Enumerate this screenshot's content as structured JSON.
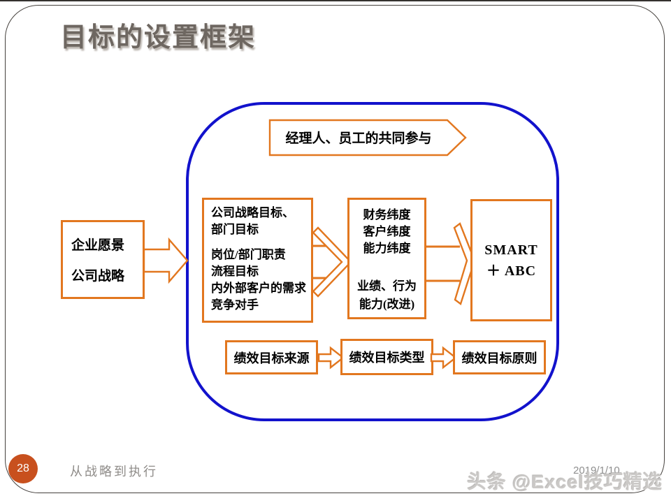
{
  "slide": {
    "title": "目标的设置框架",
    "page_number": "28",
    "section_footer": "从战略到执行",
    "date": "2019/1/10",
    "watermark": "头条 @Excel技巧精选"
  },
  "diagram": {
    "banner": {
      "label": "经理人、员工的共同参与"
    },
    "vision_box": {
      "line1": "企业愿景",
      "line2": "公司战略"
    },
    "sources_box": {
      "lines": [
        "公司战略目标、",
        "部门目标",
        "岗位/部门职责",
        "流程目标",
        "内外部客户的需求",
        "竞争对手"
      ]
    },
    "dimensions_box": {
      "group1": [
        "财务纬度",
        "客户纬度",
        "能力纬度"
      ],
      "group2": [
        "业绩、行为",
        "能力(改进)"
      ]
    },
    "result_box": {
      "line1": "SMART",
      "line2": "＋ ABC"
    },
    "process_boxes": [
      "绩效目标来源",
      "绩效目标类型",
      "绩效目标原则"
    ]
  },
  "colors": {
    "accent_orange": "#E2771F",
    "boundary_blue": "#1212CC",
    "page_circle_orange": "#C8501E",
    "title_gray": "#6E6761"
  }
}
